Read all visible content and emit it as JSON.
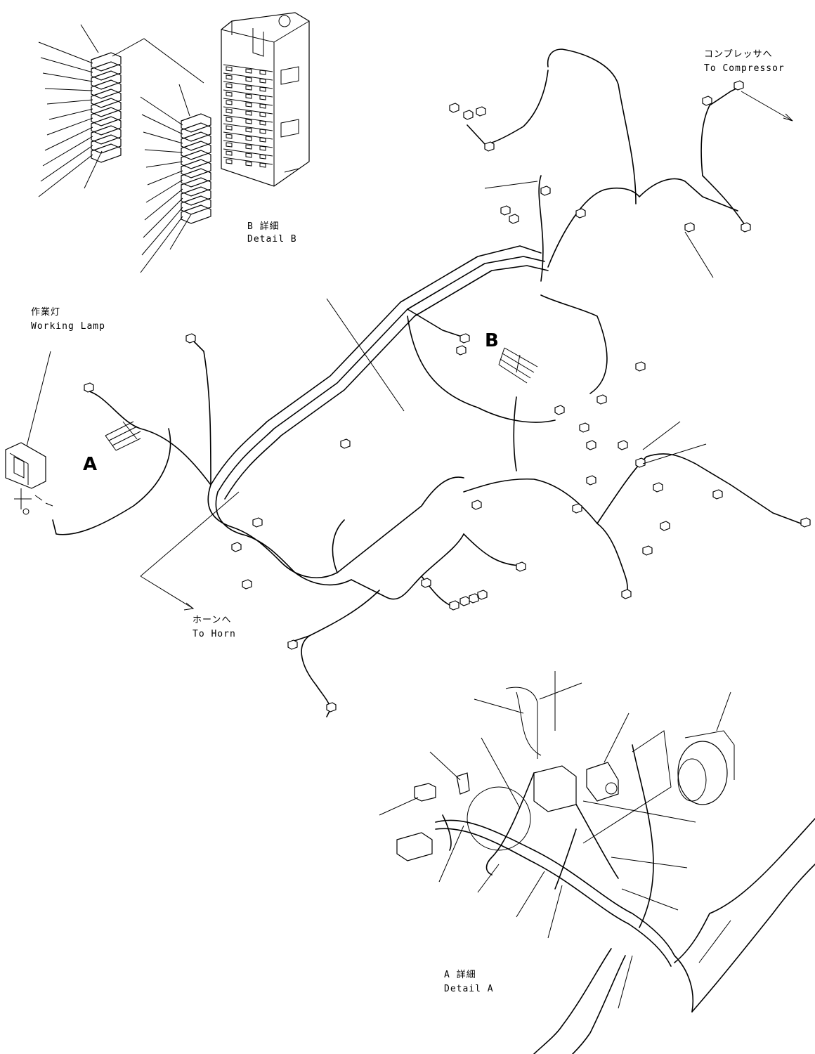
{
  "labels": {
    "compressor_jp": "コンプレッサへ",
    "compressor_en": "To Compressor",
    "detail_b_jp": "B 詳細",
    "detail_b_en": "Detail B",
    "working_lamp_jp": "作業灯",
    "working_lamp_en": "Working Lamp",
    "horn_jp": "ホーンへ",
    "horn_en": "To Horn",
    "detail_a_jp": "A 詳細",
    "detail_a_en": "Detail A",
    "marker_a": "A",
    "marker_b": "B"
  }
}
